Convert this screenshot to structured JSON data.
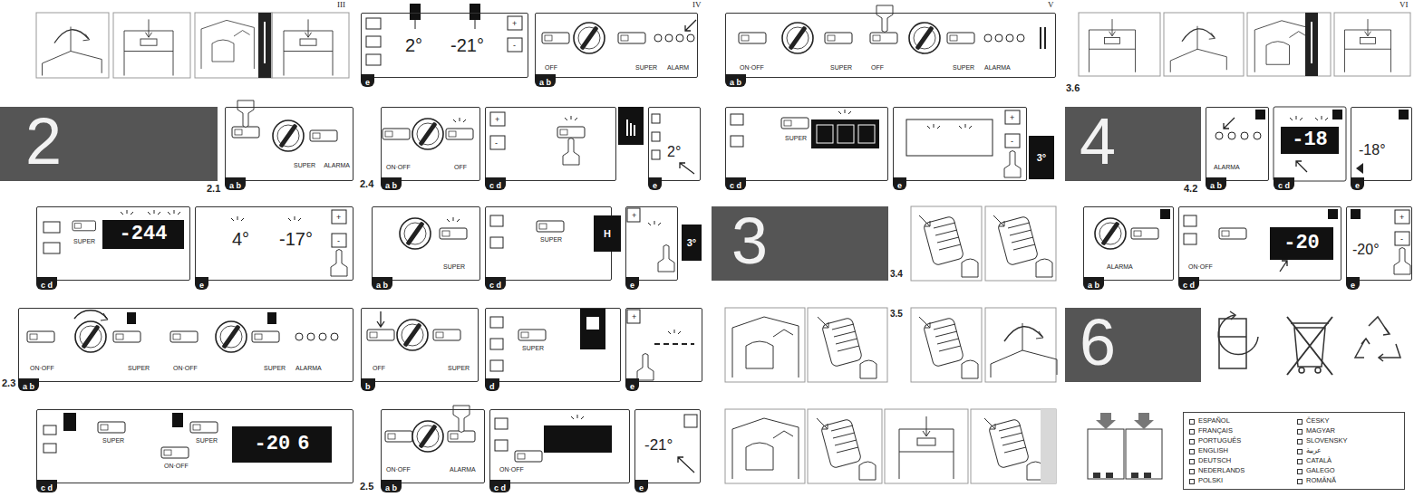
{
  "diagram": {
    "nodes": [
      {
        "text": [
          "2"
        ]
      },
      {
        "text": [
          "SUPER",
          "ALARMA"
        ]
      },
      {
        "text": [
          "a b"
        ]
      },
      {
        "text": [
          "SUPER"
        ]
      },
      {
        "text": [
          "-244"
        ],
        "in": 3
      },
      {
        "text": [
          "c d"
        ]
      },
      {
        "text": [
          "4°",
          "-17°",
          "+",
          "-"
        ]
      },
      {
        "text": [
          "e"
        ]
      },
      {
        "text": [
          "ON·OFF",
          "SUPER",
          "ON·OFF",
          "SUPER",
          "ALARMA"
        ]
      },
      {
        "text": [
          "a b"
        ]
      },
      {
        "text": [
          "SUPER",
          "ON·OFF",
          "SUPER"
        ]
      },
      {
        "text": [
          "-20",
          "6"
        ],
        "in": 10
      },
      {
        "text": [
          "c d"
        ]
      },
      {
        "text": [
          "2°",
          "-21°",
          "+",
          "-"
        ]
      },
      {
        "text": [
          "e"
        ]
      },
      {
        "text": [
          "OFF",
          "SUPER",
          "ALARM"
        ]
      },
      {
        "text": [
          "a b"
        ]
      },
      {
        "text": [
          "ON·OFF",
          "OFF"
        ]
      },
      {
        "text": [
          "a b"
        ]
      },
      {
        "text": [
          "+",
          "-"
        ]
      },
      {
        "text": [
          "c d"
        ]
      },
      {
        "text": [
          "2°"
        ]
      },
      {
        "text": [
          "e"
        ]
      },
      {
        "text": [
          "SUPER"
        ]
      },
      {
        "text": [
          "a b"
        ]
      },
      {
        "text": [
          "SUPER"
        ]
      },
      {
        "text": [
          "H"
        ]
      },
      {
        "text": [
          "c d"
        ]
      },
      {
        "text": [
          "+"
        ]
      },
      {
        "text": [
          "e"
        ]
      },
      {
        "text": [
          "3°"
        ]
      },
      {
        "text": [
          "OFF",
          "SUPER"
        ]
      },
      {
        "text": [
          "b"
        ]
      },
      {
        "text": [
          "SUPER"
        ]
      },
      {
        "text": [
          "d"
        ]
      },
      {
        "text": [
          "+"
        ]
      },
      {
        "text": [
          "e"
        ]
      },
      {
        "text": [
          "ON·OFF",
          "ALARMA"
        ]
      },
      {
        "text": [
          "a b"
        ]
      },
      {
        "text": [
          "ON·OFF"
        ]
      },
      {
        "text": [
          "c d"
        ]
      },
      {
        "text": [
          "-21°"
        ]
      },
      {
        "text": [
          "e"
        ]
      },
      {
        "text": [
          "ON·OFF",
          "SUPER",
          "OFF",
          "SUPER",
          "ALARMA"
        ]
      },
      {
        "text": [
          "a b"
        ]
      },
      {
        "text": [
          "SUPER"
        ]
      },
      {
        "text": [
          "c d"
        ]
      },
      {
        "text": [
          "+",
          "-"
        ]
      },
      {
        "text": [
          "3°"
        ]
      },
      {
        "text": [
          "e"
        ]
      },
      {
        "text": [
          "3"
        ]
      },
      {
        "text": [
          "4"
        ]
      },
      {
        "text": [
          "ALARMA"
        ]
      },
      {
        "text": [
          "-18"
        ]
      },
      {
        "text": [
          "-18°"
        ]
      },
      {
        "text": [
          "a b"
        ]
      },
      {
        "text": [
          "c d"
        ]
      },
      {
        "text": [
          "e"
        ]
      },
      {
        "text": [
          "ALARMA"
        ]
      },
      {
        "text": [
          "ON·OFF"
        ]
      },
      {
        "text": [
          "-20"
        ],
        "in": 59
      },
      {
        "text": [
          "-20°",
          "+",
          "-"
        ]
      },
      {
        "text": [
          "a b"
        ]
      },
      {
        "text": [
          "c d"
        ]
      },
      {
        "text": [
          "e"
        ]
      },
      {
        "text": [
          "6"
        ]
      },
      {
        "text": [
          "ESPAÑOL",
          "FRANÇAIS",
          "PORTUGUÊS",
          "ENGLISH",
          "DEUTSCH",
          "NEDERLANDS",
          "POLSKI",
          "ČESKY",
          "MAGYAR",
          "SLOVENSKY",
          "عربية",
          "CATALÀ",
          "GALEGO",
          "ROMÂNĂ"
        ]
      }
    ],
    "labels": [
      "III",
      "2.1",
      "2.3",
      "IV",
      "2.4",
      "2.5",
      "V",
      "3.4",
      "3.5",
      "VI",
      "3.6",
      "4.2"
    ]
  }
}
